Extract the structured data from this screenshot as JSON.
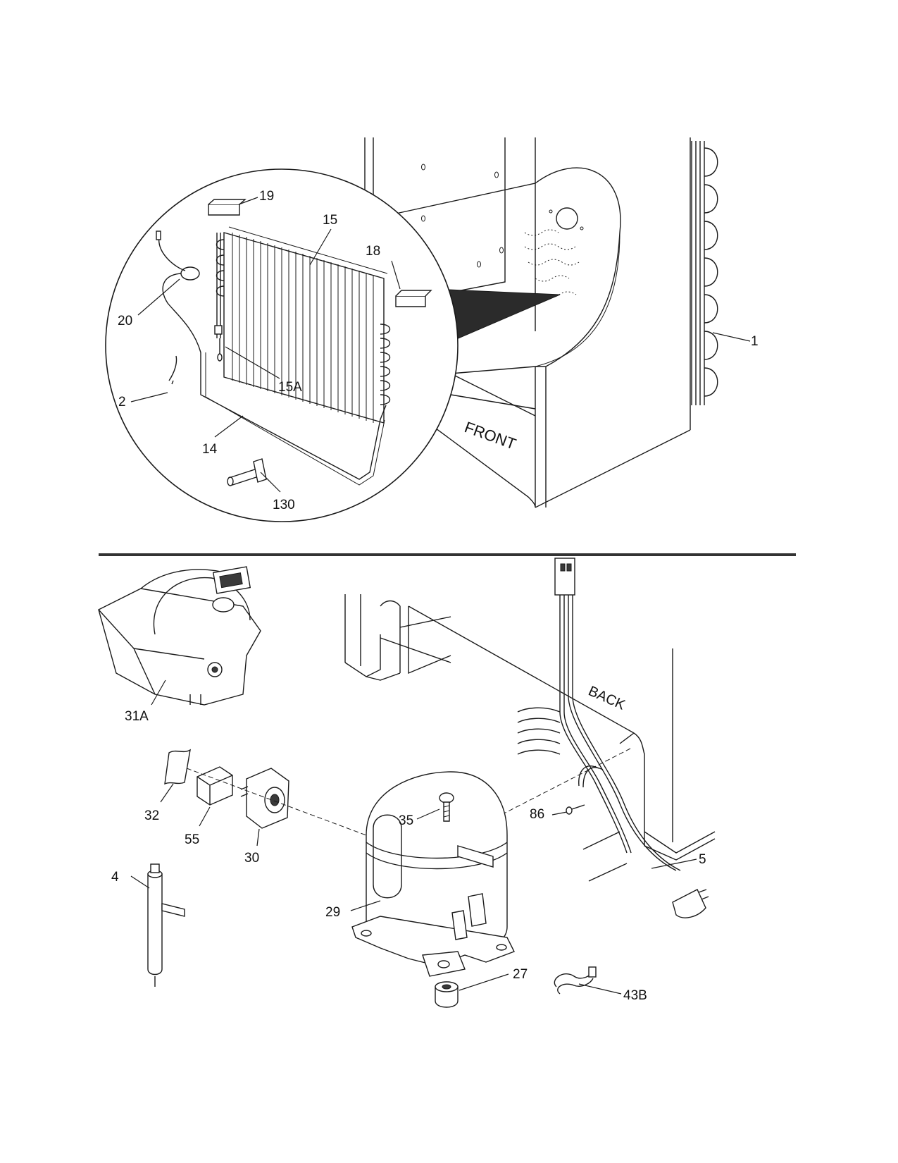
{
  "diagram": {
    "text_labels": {
      "front": "FRONT",
      "back": "BACK"
    },
    "callouts": [
      {
        "id": "c1",
        "label": "1"
      },
      {
        "id": "c2",
        "label": "2"
      },
      {
        "id": "c4",
        "label": "4"
      },
      {
        "id": "c5",
        "label": "5"
      },
      {
        "id": "c14",
        "label": "14"
      },
      {
        "id": "c15",
        "label": "15"
      },
      {
        "id": "c15a",
        "label": "15A"
      },
      {
        "id": "c18",
        "label": "18"
      },
      {
        "id": "c19",
        "label": "19"
      },
      {
        "id": "c20",
        "label": "20"
      },
      {
        "id": "c27",
        "label": "27"
      },
      {
        "id": "c29",
        "label": "29"
      },
      {
        "id": "c30",
        "label": "30"
      },
      {
        "id": "c31a",
        "label": "31A"
      },
      {
        "id": "c32",
        "label": "32"
      },
      {
        "id": "c35",
        "label": "35"
      },
      {
        "id": "c43b",
        "label": "43B"
      },
      {
        "id": "c55",
        "label": "55"
      },
      {
        "id": "c86",
        "label": "86"
      },
      {
        "id": "c130",
        "label": "130"
      }
    ]
  }
}
